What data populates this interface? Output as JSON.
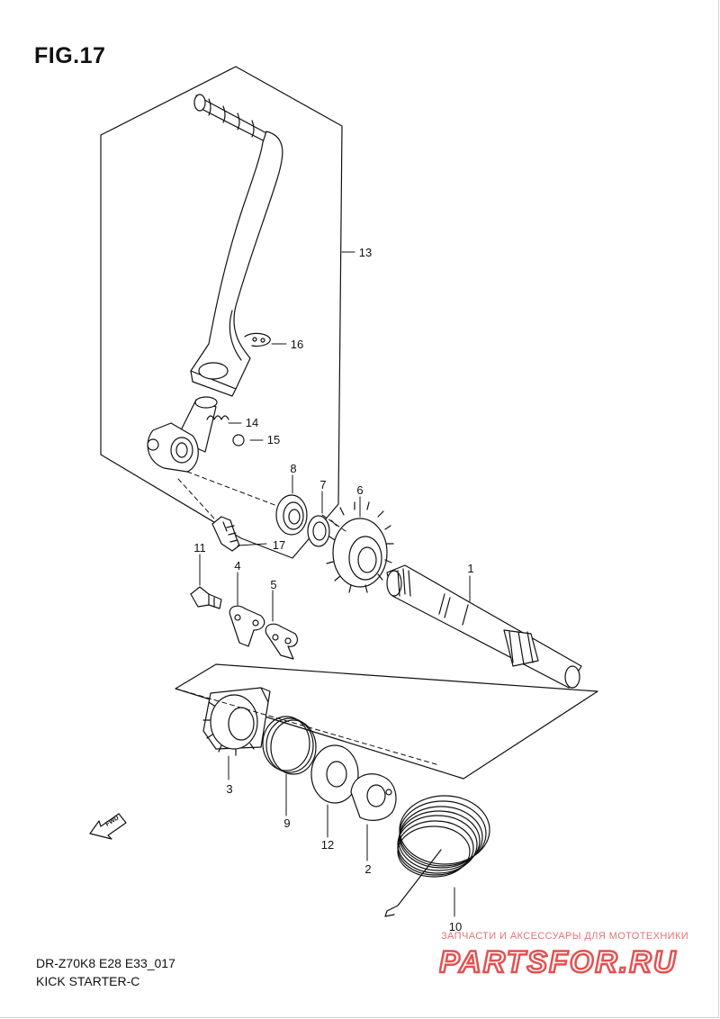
{
  "figure": {
    "title": "FIG.17",
    "model_code": "DR-Z70K8 E28 E33_017",
    "section": "KICK STARTER-C"
  },
  "direction_badge": {
    "label": "FWD",
    "icon": "fwd-arrow-icon"
  },
  "callouts": [
    {
      "id": "part-1",
      "label": "1"
    },
    {
      "id": "part-2",
      "label": "2"
    },
    {
      "id": "part-3",
      "label": "3"
    },
    {
      "id": "part-4",
      "label": "4"
    },
    {
      "id": "part-5",
      "label": "5"
    },
    {
      "id": "part-6",
      "label": "6"
    },
    {
      "id": "part-7",
      "label": "7"
    },
    {
      "id": "part-8",
      "label": "8"
    },
    {
      "id": "part-9",
      "label": "9"
    },
    {
      "id": "part-10",
      "label": "10"
    },
    {
      "id": "part-11",
      "label": "11"
    },
    {
      "id": "part-12",
      "label": "12"
    },
    {
      "id": "part-13",
      "label": "13"
    },
    {
      "id": "part-14",
      "label": "14"
    },
    {
      "id": "part-15",
      "label": "15"
    },
    {
      "id": "part-16",
      "label": "16"
    },
    {
      "id": "part-17",
      "label": "17"
    }
  ],
  "watermark": {
    "subtitle": "ЗАПЧАСТИ И АКСЕССУАРЫ ДЛЯ МОТОТЕХНИКИ",
    "logo_text": "PARTSFOR.RU",
    "color": "#e02424"
  }
}
